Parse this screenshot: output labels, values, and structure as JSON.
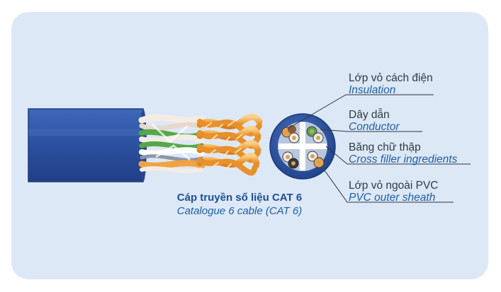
{
  "labels": {
    "insulation": {
      "vi": "Lớp vỏ cách điện",
      "en": "Insulation"
    },
    "conductor": {
      "vi": "Dây dẫn",
      "en": "Conductor"
    },
    "cross_filler": {
      "vi": "Băng chữ thập",
      "en": "Cross filler ingredients"
    },
    "outer_sheath": {
      "vi": "Lớp vỏ ngoài PVC",
      "en": "PVC outer sheath"
    }
  },
  "caption": {
    "vi": "Cáp truyền số liệu CAT 6",
    "en": "Catalogue 6 cable (CAT 6)"
  },
  "colors": {
    "background": "#dde8f6",
    "jacket": "#2c4f9e",
    "pair_orange": "#f0a340",
    "pair_green": "#55a845",
    "pair_blue": "#2f63b0",
    "pair_brown": "#8a5a34",
    "accent_text": "#1f5ea6"
  },
  "icons": [
    "cable-side-view-icon",
    "cable-cross-section-icon"
  ]
}
